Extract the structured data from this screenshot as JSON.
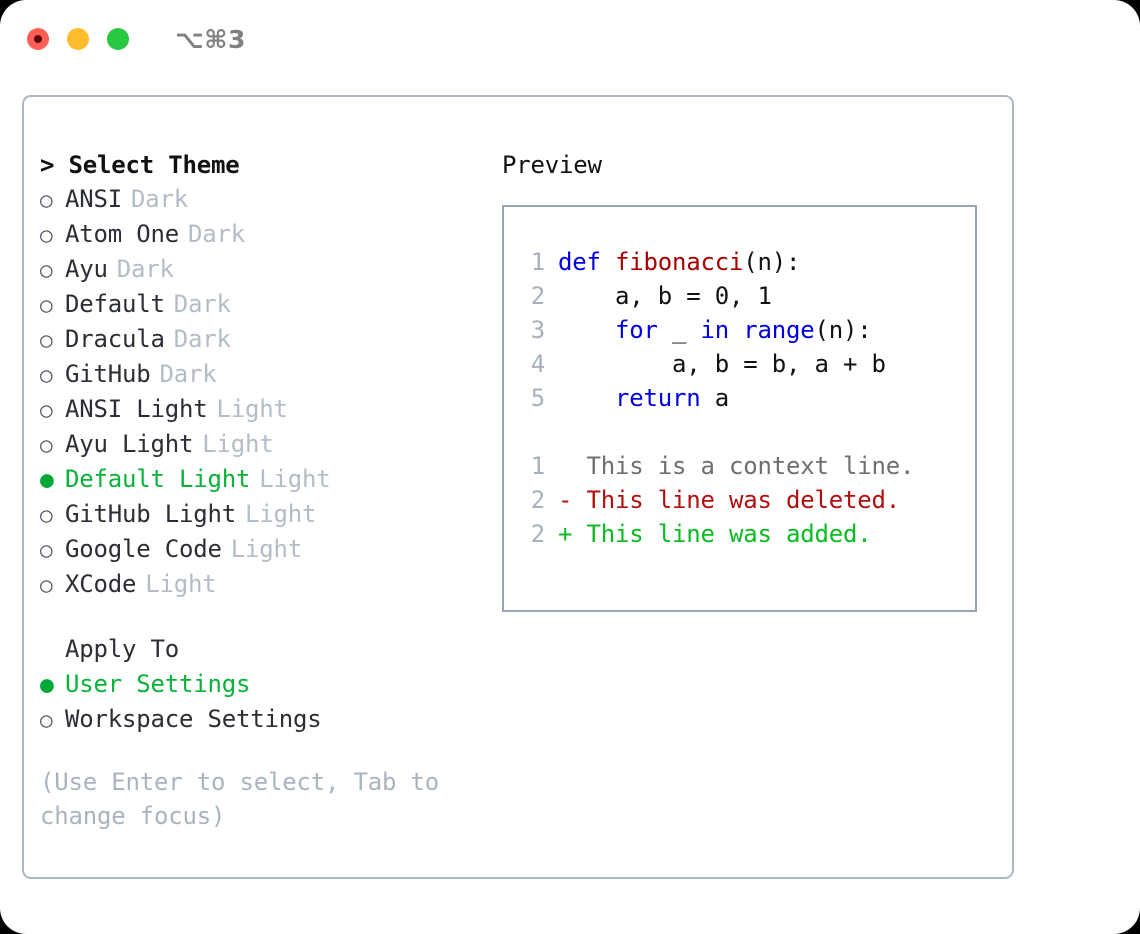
{
  "titlebar": {
    "shortcut": "⌥⌘3",
    "buttons": [
      {
        "name": "close",
        "color": "#ff5f57"
      },
      {
        "name": "minimize",
        "color": "#ffbd2e"
      },
      {
        "name": "zoom",
        "color": "#28c840"
      }
    ]
  },
  "theme_panel": {
    "header": "> Select Theme",
    "items": [
      {
        "marker": "○",
        "label": "ANSI",
        "category": "Dark",
        "selected": false
      },
      {
        "marker": "○",
        "label": "Atom One",
        "category": "Dark",
        "selected": false
      },
      {
        "marker": "○",
        "label": "Ayu",
        "category": "Dark",
        "selected": false
      },
      {
        "marker": "○",
        "label": "Default",
        "category": "Dark",
        "selected": false
      },
      {
        "marker": "○",
        "label": "Dracula",
        "category": "Dark",
        "selected": false
      },
      {
        "marker": "○",
        "label": "GitHub",
        "category": "Dark",
        "selected": false
      },
      {
        "marker": "○",
        "label": "ANSI Light",
        "category": "Light",
        "selected": false
      },
      {
        "marker": "○",
        "label": "Ayu Light",
        "category": "Light",
        "selected": false
      },
      {
        "marker": "●",
        "label": "Default Light",
        "category": "Light",
        "selected": true
      },
      {
        "marker": "○",
        "label": "GitHub Light",
        "category": "Light",
        "selected": false
      },
      {
        "marker": "○",
        "label": "Google Code",
        "category": "Light",
        "selected": false
      },
      {
        "marker": "○",
        "label": "XCode",
        "category": "Light",
        "selected": false
      }
    ]
  },
  "apply_to": {
    "header": "Apply To",
    "items": [
      {
        "marker": "●",
        "label": "User Settings",
        "selected": true
      },
      {
        "marker": "○",
        "label": "Workspace Settings",
        "selected": false
      }
    ]
  },
  "hint": "(Use Enter to select, Tab to change focus)",
  "preview": {
    "title": "Preview",
    "code_lines": [
      {
        "no": "1",
        "tokens": [
          {
            "text": "def ",
            "kind": "kw"
          },
          {
            "text": "fibonacci",
            "kind": "fn"
          },
          {
            "text": "(n):",
            "kind": "plain"
          }
        ]
      },
      {
        "no": "2",
        "tokens": [
          {
            "text": "    a, b = 0, 1",
            "kind": "plain"
          }
        ]
      },
      {
        "no": "3",
        "tokens": [
          {
            "text": "    ",
            "kind": "plain"
          },
          {
            "text": "for",
            "kind": "kw"
          },
          {
            "text": " _ ",
            "kind": "plain"
          },
          {
            "text": "in range",
            "kind": "kw"
          },
          {
            "text": "(n):",
            "kind": "plain"
          }
        ]
      },
      {
        "no": "4",
        "tokens": [
          {
            "text": "        a, b = b, a + b",
            "kind": "plain"
          }
        ]
      },
      {
        "no": "5",
        "tokens": [
          {
            "text": "    ",
            "kind": "plain"
          },
          {
            "text": "return",
            "kind": "kw"
          },
          {
            "text": " a",
            "kind": "plain"
          }
        ]
      }
    ],
    "diff_lines": [
      {
        "no": "1",
        "sign": "  ",
        "text": "This is a context line.",
        "kind": "context"
      },
      {
        "no": "2",
        "sign": "- ",
        "text": "This line was deleted.",
        "kind": "del"
      },
      {
        "no": "2",
        "sign": "+ ",
        "text": "This line was added.",
        "kind": "add"
      }
    ]
  },
  "colors": {
    "accent_green": "#0bb23a",
    "muted_gray": "#b3bcc7",
    "hint_gray": "#a9b4c0",
    "keyword_blue": "#0000e0",
    "function_red": "#a60000",
    "diff_delete": "#b01010",
    "diff_add": "#0bbb22",
    "border": "#aeb7c2",
    "preview_border": "#98a4b3"
  }
}
